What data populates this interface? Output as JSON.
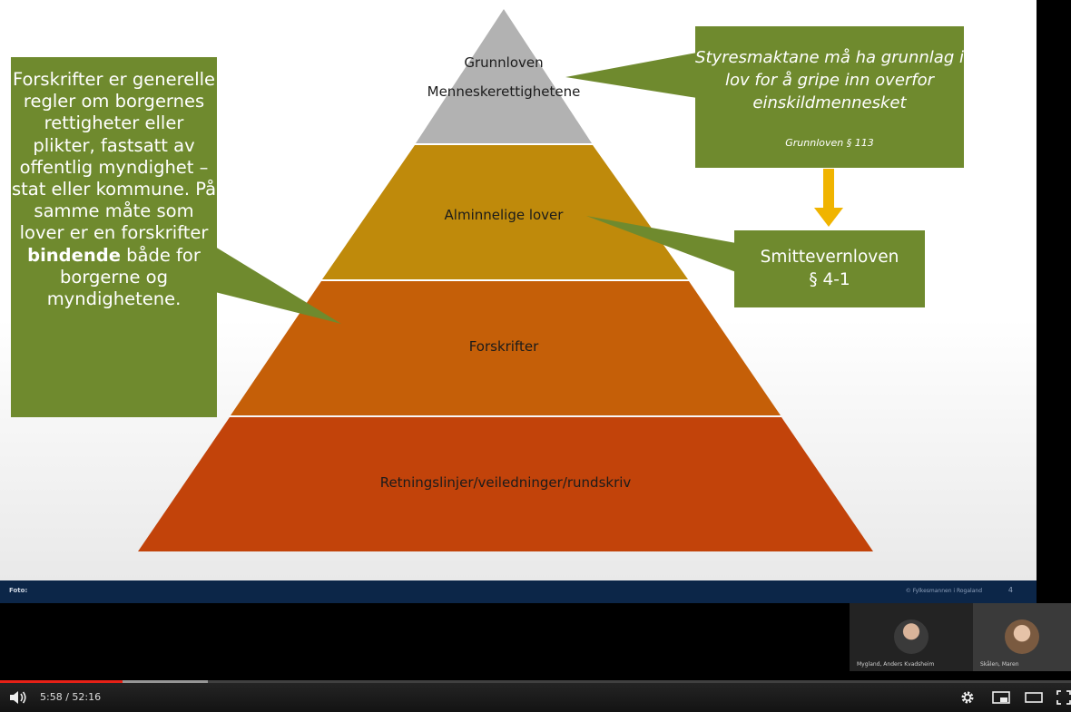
{
  "slide": {
    "pyramid": [
      {
        "lines": [
          "Grunnloven",
          "Menneskerettighetene"
        ],
        "color": "#b2b2b2"
      },
      {
        "lines": [
          "Alminnelige lover"
        ],
        "color": "#bf8a0b"
      },
      {
        "lines": [
          "Forskrifter"
        ],
        "color": "#c55f08"
      },
      {
        "lines": [
          "Retningslinjer/veiledninger/rundskriv"
        ],
        "color": "#c2430a"
      }
    ],
    "left_box": {
      "text_before": "Forskrifter er generelle regler om borgernes rettigheter eller plikter, fastsatt av offentlig myndighet – stat eller kommune. På samme måte som lover er en forskrifter",
      "bold": "bindende",
      "text_after": "både for borgerne og myndighetene."
    },
    "top_box": {
      "quote": "Styresmaktane må ha grunnlag i lov for å gripe inn overfor einskildmennesket",
      "reference": "Grunnloven § 113"
    },
    "smitte_box": {
      "line1": "Smittevernloven",
      "line2": "§ 4-1"
    },
    "footer": {
      "foto_label": "Foto:",
      "copyright": "© Fylkesmannen i Rogaland",
      "slide_number": "4"
    },
    "box_color": "#6f8a2e",
    "arrow_color": "#f0b400"
  },
  "participants": [
    {
      "name": "Mygland, Anders Kvadsheim"
    },
    {
      "name": "Skålen, Maren"
    }
  ],
  "player": {
    "current_time": "5:58",
    "duration": "52:16",
    "time_display": "5:58 / 52:16",
    "progress_fraction": 0.114,
    "buffered_fraction": 0.08,
    "accent_color": "#e62117"
  }
}
